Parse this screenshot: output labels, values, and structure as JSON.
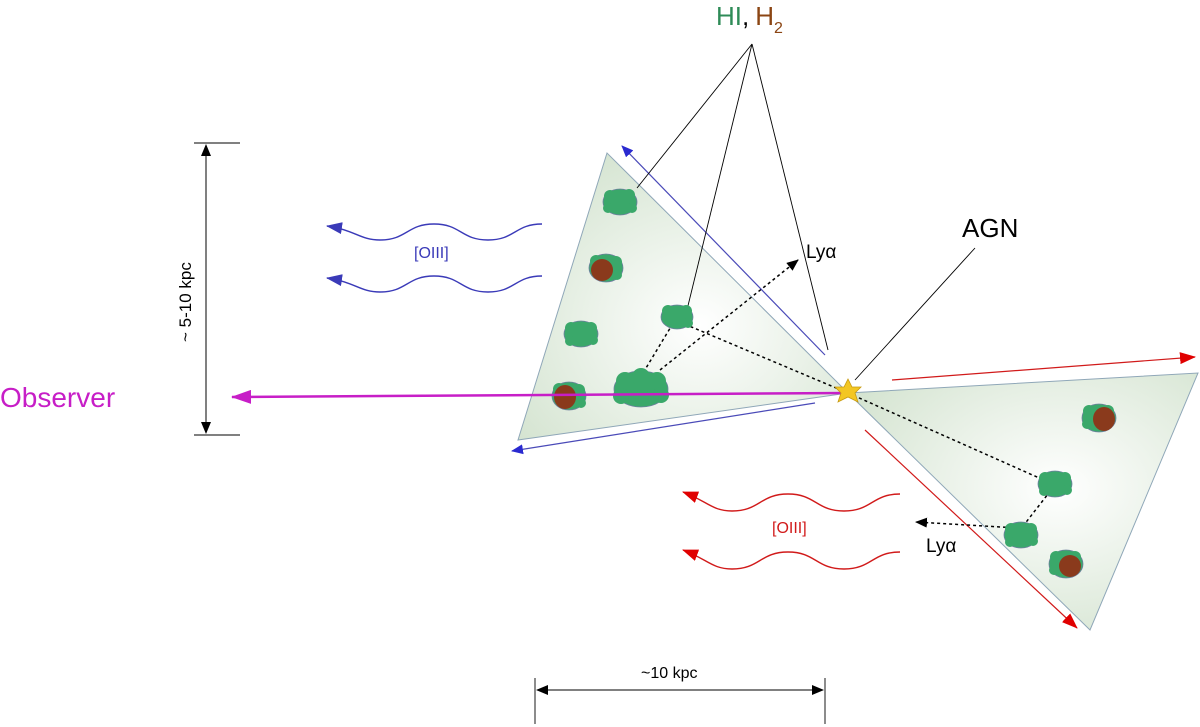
{
  "labels": {
    "hi": "HI",
    "comma": ",",
    "h2_base": "H",
    "h2_sub": "2",
    "agn": "AGN",
    "observer": "Observer",
    "lya_upper": "Lyα",
    "lya_lower": "Lyα",
    "oiii_blue": "[OIII]",
    "oiii_red": "[OIII]",
    "vertical_scale": "~ 5-10 kpc",
    "horizontal_scale": "~10 kpc"
  },
  "colors": {
    "hi_green": "#2e8b57",
    "h2_brown": "#8b4513",
    "cloud_green": "#3aa86a",
    "cloud_brown": "#8a3a1c",
    "observer_magenta": "#c71ec7",
    "blue_arrow": "#3a3ab8",
    "red_arrow": "#d11a1a",
    "cone_fill": "#dfeadd",
    "agn_star": "#f3c623"
  }
}
